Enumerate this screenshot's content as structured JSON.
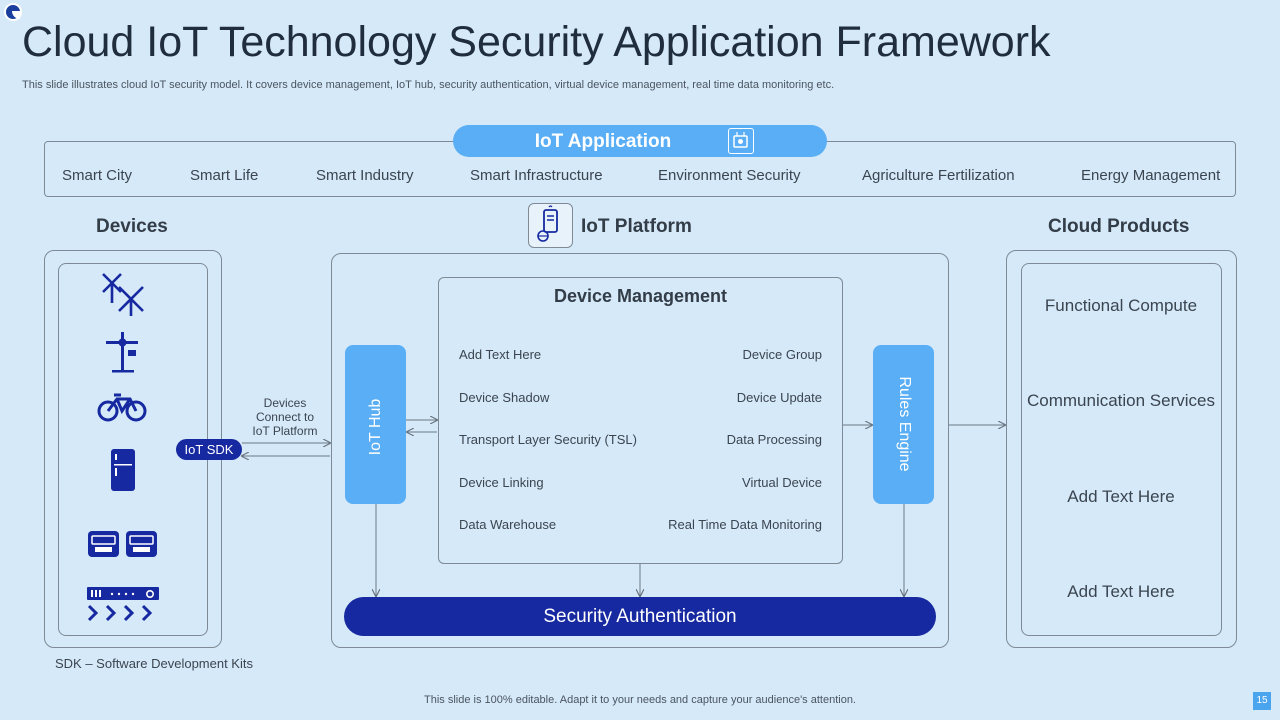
{
  "slide": {
    "title": "Cloud IoT Technology Security Application Framework",
    "subtitle": "This slide illustrates cloud IoT security model. It covers device management, IoT hub, security authentication, virtual device management, real time data monitoring etc.",
    "footer": "This slide is 100% editable.  Adapt it to your needs and capture your audience's attention.",
    "page_number": "15"
  },
  "iot_application": {
    "label": "IoT Application",
    "items": [
      "Smart City",
      "Smart Life",
      "Smart Industry",
      "Smart Infrastructure",
      "Environment Security",
      "Agriculture Fertilization",
      "Energy Management"
    ]
  },
  "devices": {
    "title": "Devices",
    "icons": [
      "windmill-icon",
      "signpost-icon",
      "bicycle-icon",
      "refrigerator-icon",
      "meter-icon",
      "router-icon"
    ],
    "sdk_label": "IoT  SDK",
    "sdk_note": "SDK – Software Development  Kits",
    "connect_text": [
      "Devices",
      "Connect to",
      "IoT Platform"
    ]
  },
  "iot_platform": {
    "title": "IoT Platform",
    "hub_label": "IoT Hub",
    "rules_label": "Rules Engine",
    "device_management": {
      "title": "Device Management",
      "left_items": [
        "Add Text Here",
        "Device Shadow",
        "Transport Layer Security (TSL)",
        "Device Linking",
        "Data Warehouse"
      ],
      "right_items": [
        "Device Group",
        "Device Update",
        "Data Processing",
        "Virtual Device",
        "Real Time Data Monitoring"
      ]
    },
    "security_label": "Security Authentication"
  },
  "cloud_products": {
    "title": "Cloud Products",
    "items": [
      "Functional  Compute",
      "Communication Services",
      "Add Text Here",
      "Add Text Here"
    ]
  },
  "colors": {
    "background": "#d6e9f8",
    "accent_light": "#5aaef5",
    "accent_dark": "#1629a0"
  }
}
